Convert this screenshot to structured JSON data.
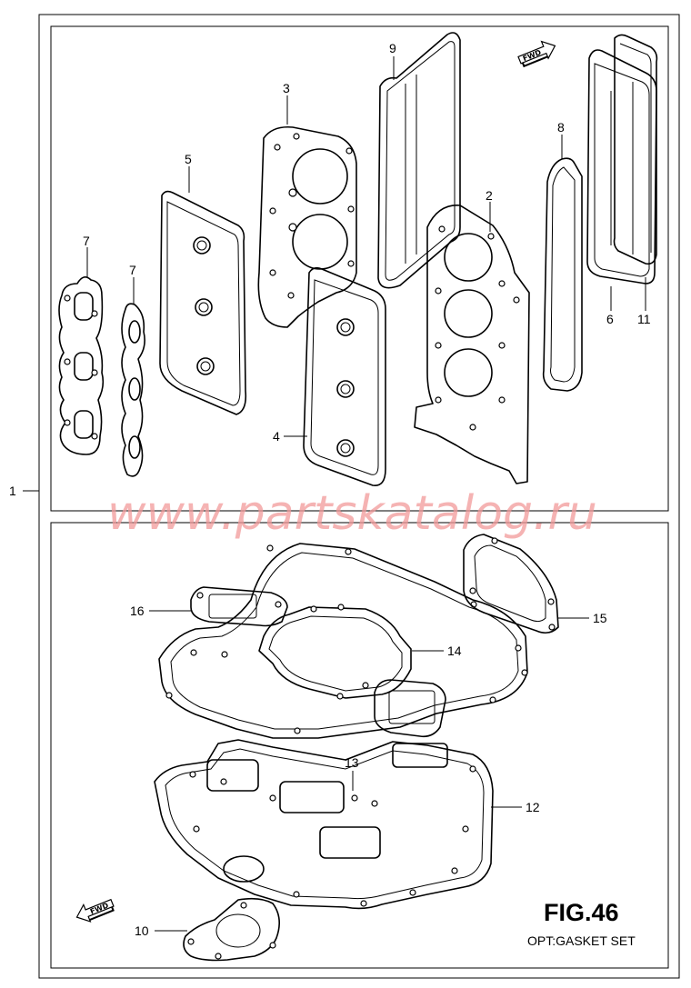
{
  "figure": {
    "number_label": "FIG.46",
    "caption": "OPT:GASKET SET"
  },
  "watermark": "www.partskatalog.ru",
  "direction_badge": "FWD",
  "callouts": {
    "c1": "1",
    "c2": "2",
    "c3": "3",
    "c4": "4",
    "c5": "5",
    "c6": "6",
    "c7a": "7",
    "c7b": "7",
    "c8": "8",
    "c9": "9",
    "c10": "10",
    "c11": "11",
    "c12": "12",
    "c13": "13",
    "c14": "14",
    "c15": "15",
    "c16": "16"
  }
}
